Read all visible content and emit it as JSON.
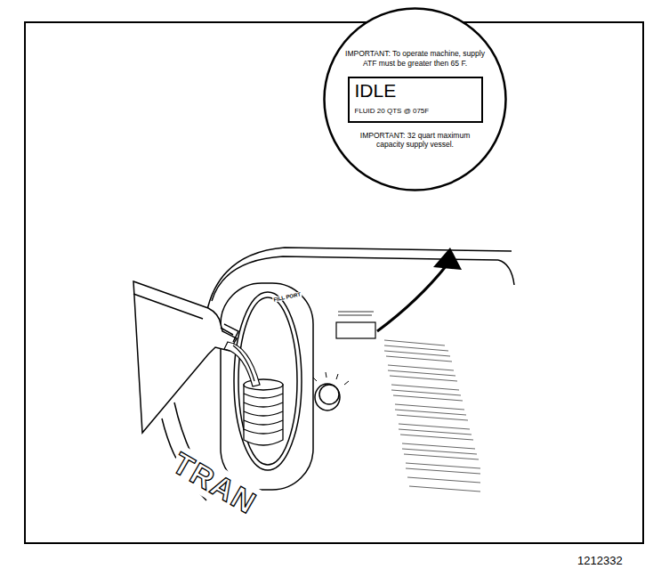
{
  "diagram": {
    "nodes": [
      {
        "text": [
          "IMPORTANT: To operate machine, supply ATF must be greater then 65 F.",
          "IMPORTANT: 32 quart maximum capacity supply vessel."
        ]
      },
      {
        "text": [
          "IDLE",
          "FLUID 20 QTS @ 075F"
        ],
        "in": 0
      }
    ],
    "labels": [
      "FILL PORT",
      "TRAN",
      "1212332"
    ]
  }
}
